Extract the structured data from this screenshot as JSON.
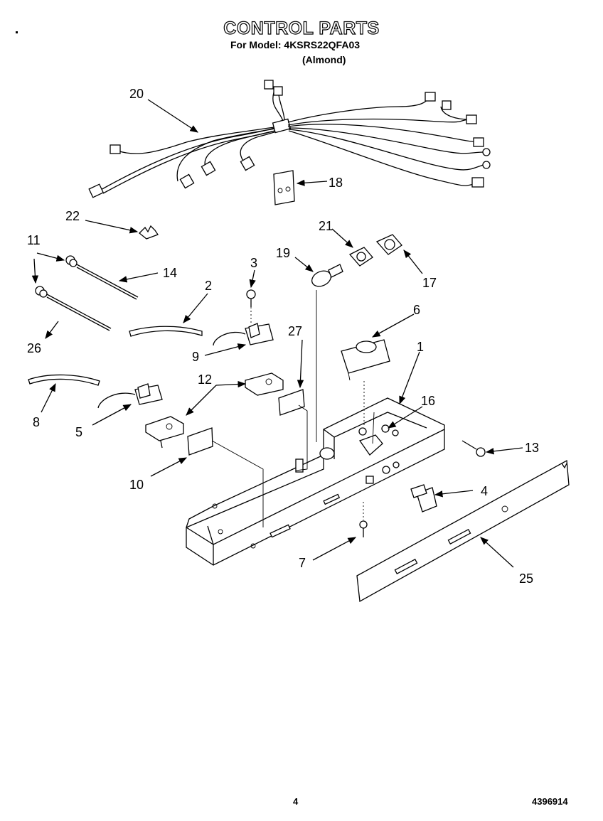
{
  "header": {
    "title": "CONTROL PARTS",
    "model_line": "For Model: 4KSRS22QFA03",
    "color_variant": "(Almond)"
  },
  "footer": {
    "page_number": "4",
    "doc_number": "4396914"
  },
  "callouts": {
    "c1": "1",
    "c2": "2",
    "c3": "3",
    "c4": "4",
    "c5": "5",
    "c6": "6",
    "c7": "7",
    "c8": "8",
    "c9": "9",
    "c10": "10",
    "c11": "11",
    "c12": "12",
    "c13": "13",
    "c14": "14",
    "c16": "16",
    "c17": "17",
    "c18": "18",
    "c19": "19",
    "c20": "20",
    "c21": "21",
    "c22": "22",
    "c25": "25",
    "c26": "26",
    "c27": "27"
  }
}
